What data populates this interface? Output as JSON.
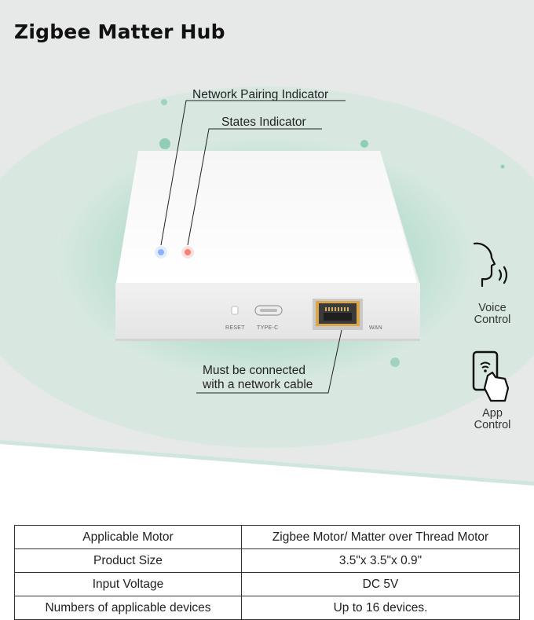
{
  "title": "Zigbee Matter Hub",
  "callouts": {
    "network_pairing": "Network Pairing Indicator",
    "states": "States Indicator",
    "cable_line1": "Must be connected",
    "cable_line2": "with a network cable"
  },
  "device_labels": {
    "reset": "RESET",
    "typec": "TYPE-C",
    "wan": "WAN"
  },
  "side_features": [
    {
      "line1": "Voice",
      "line2": "Control",
      "icon": "voice-control-icon"
    },
    {
      "line1": "App",
      "line2": "Control",
      "icon": "app-control-icon"
    }
  ],
  "specs": [
    {
      "key": "Applicable Motor",
      "value": "Zigbee Motor/ Matter over Thread Motor"
    },
    {
      "key": "Product Size",
      "value": "3.5\"x 3.5\"x 0.9\""
    },
    {
      "key": "Input Voltage",
      "value": "DC 5V"
    },
    {
      "key": "Numbers of applicable devices",
      "value": "Up to 16 devices."
    }
  ],
  "colors": {
    "background_gray": "#e5e8e6",
    "ring_green": "#a7d4c3",
    "accent_dot": "#8fcdb5",
    "pairing_led": "#7aa8ff",
    "state_led": "#ff6b6b"
  }
}
